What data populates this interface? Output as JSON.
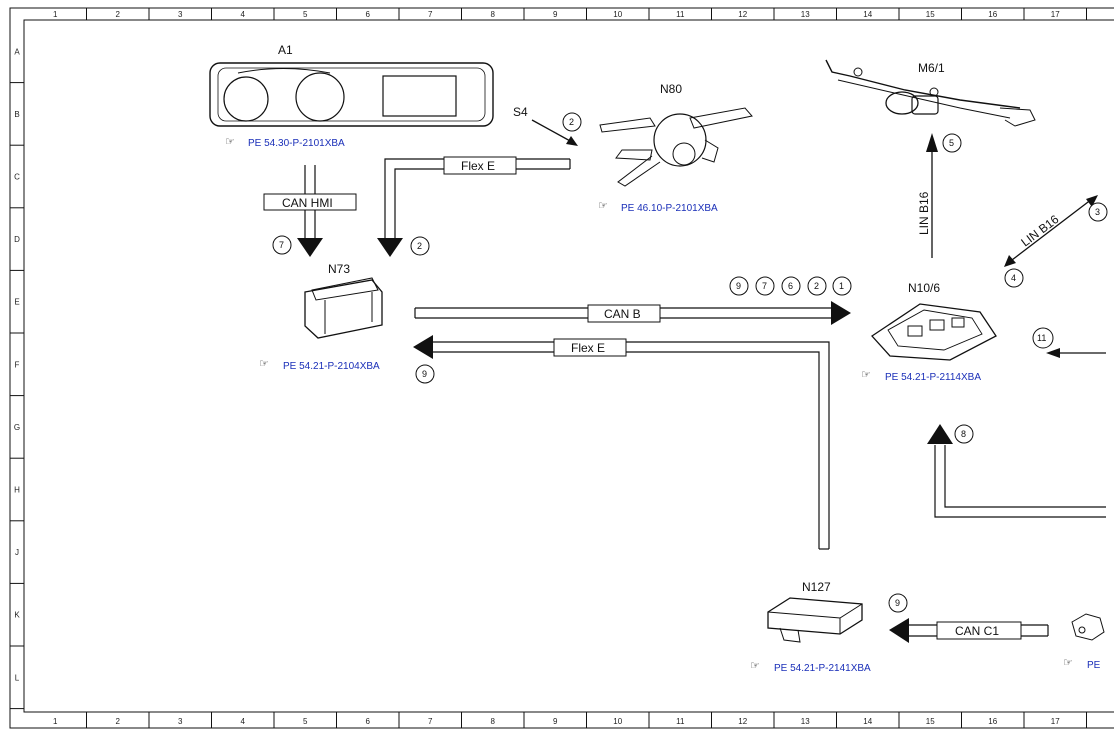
{
  "frame": {
    "columns": [
      "1",
      "2",
      "3",
      "4",
      "5",
      "6",
      "7",
      "8",
      "9",
      "10",
      "11",
      "12",
      "13",
      "14",
      "15",
      "16",
      "17"
    ],
    "rows": [
      "A",
      "B",
      "C",
      "D",
      "E",
      "F",
      "G",
      "H",
      "J",
      "K",
      "L"
    ]
  },
  "components": {
    "a1": {
      "label": "A1",
      "ref": "PE 54.30-P-2101XBA"
    },
    "n80": {
      "label": "N80",
      "ref": "PE 46.10-P-2101XBA",
      "pointer_label": "S4"
    },
    "m6_1": {
      "label": "M6/1"
    },
    "n73": {
      "label": "N73",
      "ref": "PE 54.21-P-2104XBA"
    },
    "n10_6": {
      "label": "N10/6",
      "ref": "PE 54.21-P-2114XBA"
    },
    "n127": {
      "label": "N127",
      "ref": "PE 54.21-P-2141XBA"
    },
    "offpage": {
      "ref_partial": "PE"
    }
  },
  "buses": {
    "can_hmi": "CAN HMI",
    "flex_e_top": "Flex E",
    "can_b": "CAN B",
    "flex_e_mid": "Flex E",
    "lin_b16_vertical": "LIN B16",
    "lin_b16_diagonal": "LIN B16",
    "can_c1": "CAN C1"
  },
  "markers": {
    "can_hmi_arrow": "7",
    "flex_e_down_arrow": "2",
    "s4_pointer": "2",
    "m6_1_arrow": "5",
    "right_edge_top": "3",
    "lin_diag_end": "4",
    "can_b_1": "9",
    "can_b_2": "7",
    "can_b_3": "6",
    "can_b_4": "2",
    "can_b_5": "1",
    "flex_e_end": "9",
    "right_mid_arrow": "11",
    "lower_up_arrow": "8",
    "can_c1_arrow": "9"
  },
  "colors": {
    "line": "#111111",
    "reference_link": "#1a2fb8"
  }
}
